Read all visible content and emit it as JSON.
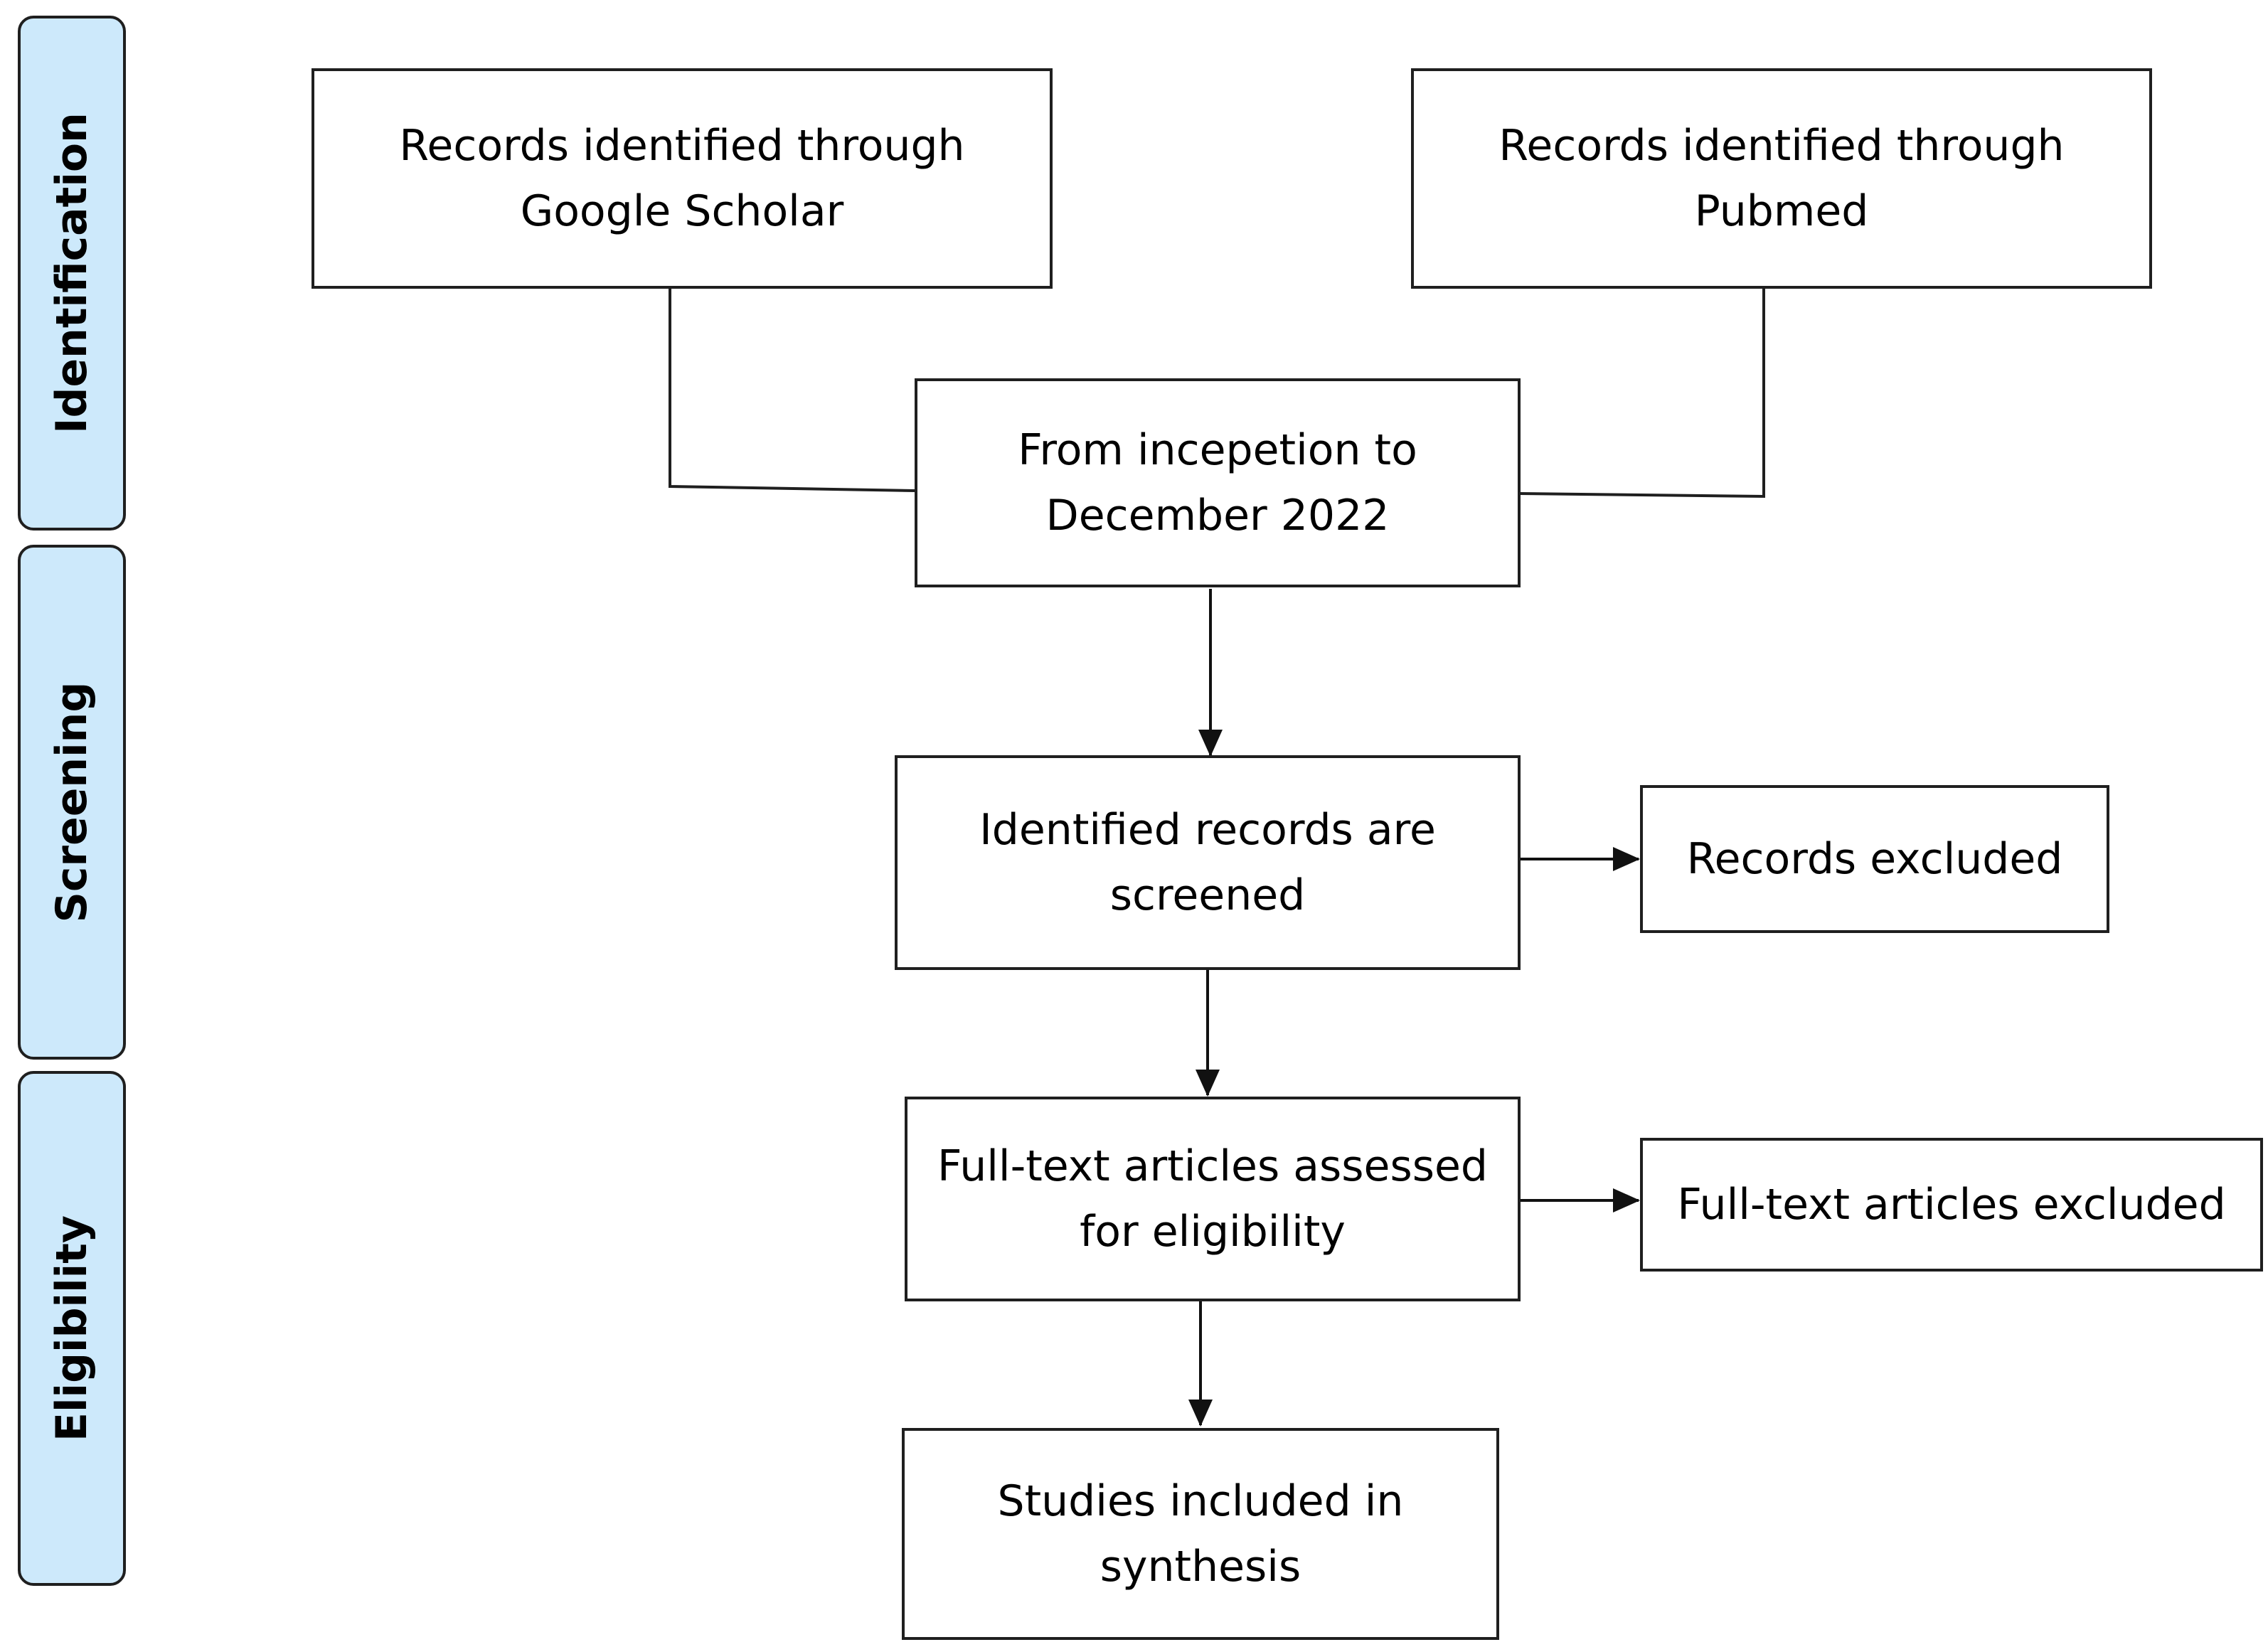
{
  "stages": {
    "identification": "Identification",
    "screening": "Screening",
    "eligibility": "Eligibility"
  },
  "nodes": {
    "google_scholar": [
      "Records identified through",
      "Google Scholar"
    ],
    "pubmed": [
      "Records identified through",
      "Pubmed"
    ],
    "date_range": [
      "From incepetion to",
      "December 2022"
    ],
    "screened": [
      "Identified records are",
      "screened"
    ],
    "records_excluded": [
      "Records excluded"
    ],
    "fulltext_assessed": [
      "Full-text articles assessed",
      "for eligibility"
    ],
    "fulltext_excluded": [
      "Full-text articles excluded"
    ],
    "included": [
      "Studies included in",
      "synthesis"
    ]
  },
  "colors": {
    "stage_fill": "#cde9fb",
    "stroke": "#1f1f1f"
  }
}
